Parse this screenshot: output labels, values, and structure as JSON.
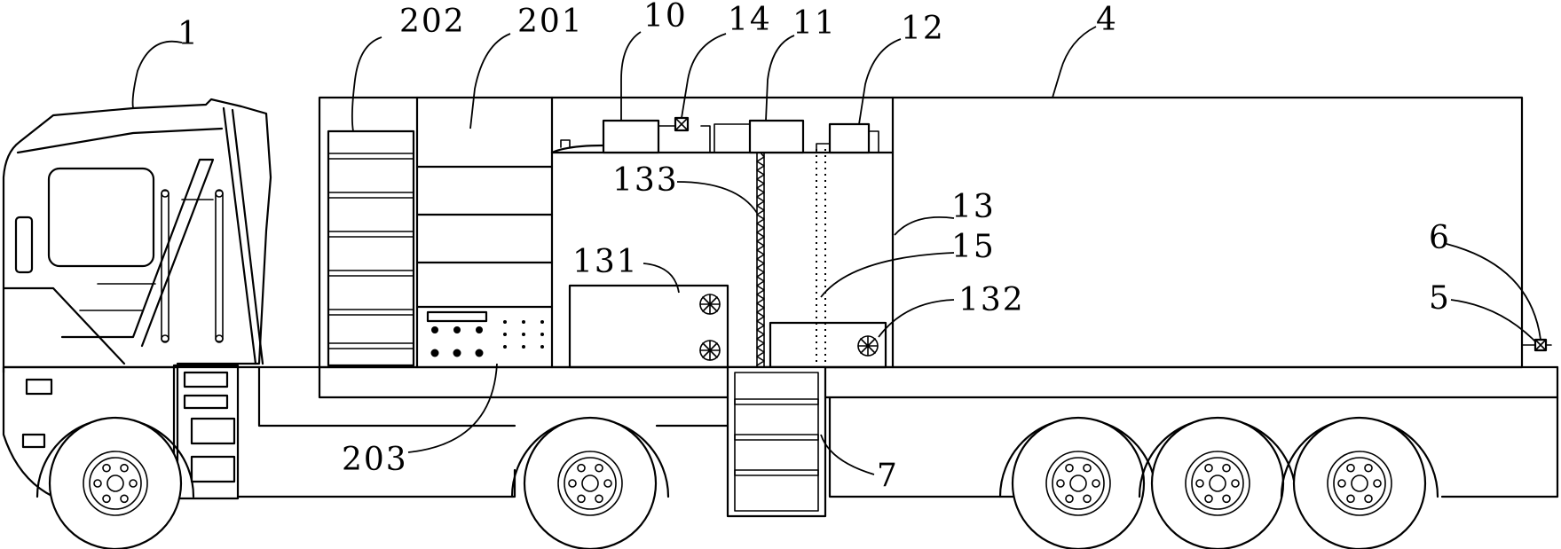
{
  "labels": {
    "l1": "1",
    "l202": "202",
    "l201": "201",
    "l10": "10",
    "l14": "14",
    "l11": "11",
    "l12": "12",
    "l4": "4",
    "l133": "133",
    "l13": "13",
    "l15": "15",
    "l131": "131",
    "l132": "132",
    "l6": "6",
    "l5": "5",
    "l203": "203",
    "l7": "7"
  }
}
